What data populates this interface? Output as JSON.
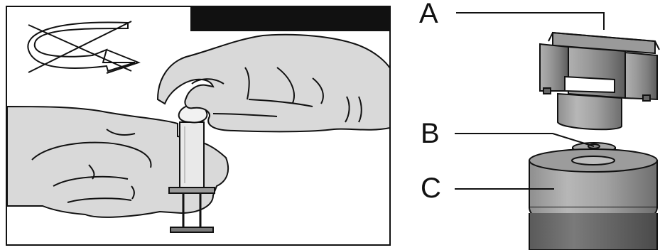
{
  "left_panel": {
    "header_bar_text": "",
    "no_swirl_symbol": "crossed-swirl-arrow-icon"
  },
  "callouts": {
    "a_label": "A",
    "b_label": "B",
    "c_label": "C"
  },
  "colors": {
    "outline": "#111111",
    "hand_fill": "#d9d9d9",
    "hand_shadow": "#b9b9b9",
    "part_light": "#c4c4c4",
    "part_mid": "#8e8e8e",
    "part_dark": "#5e5e5e"
  }
}
